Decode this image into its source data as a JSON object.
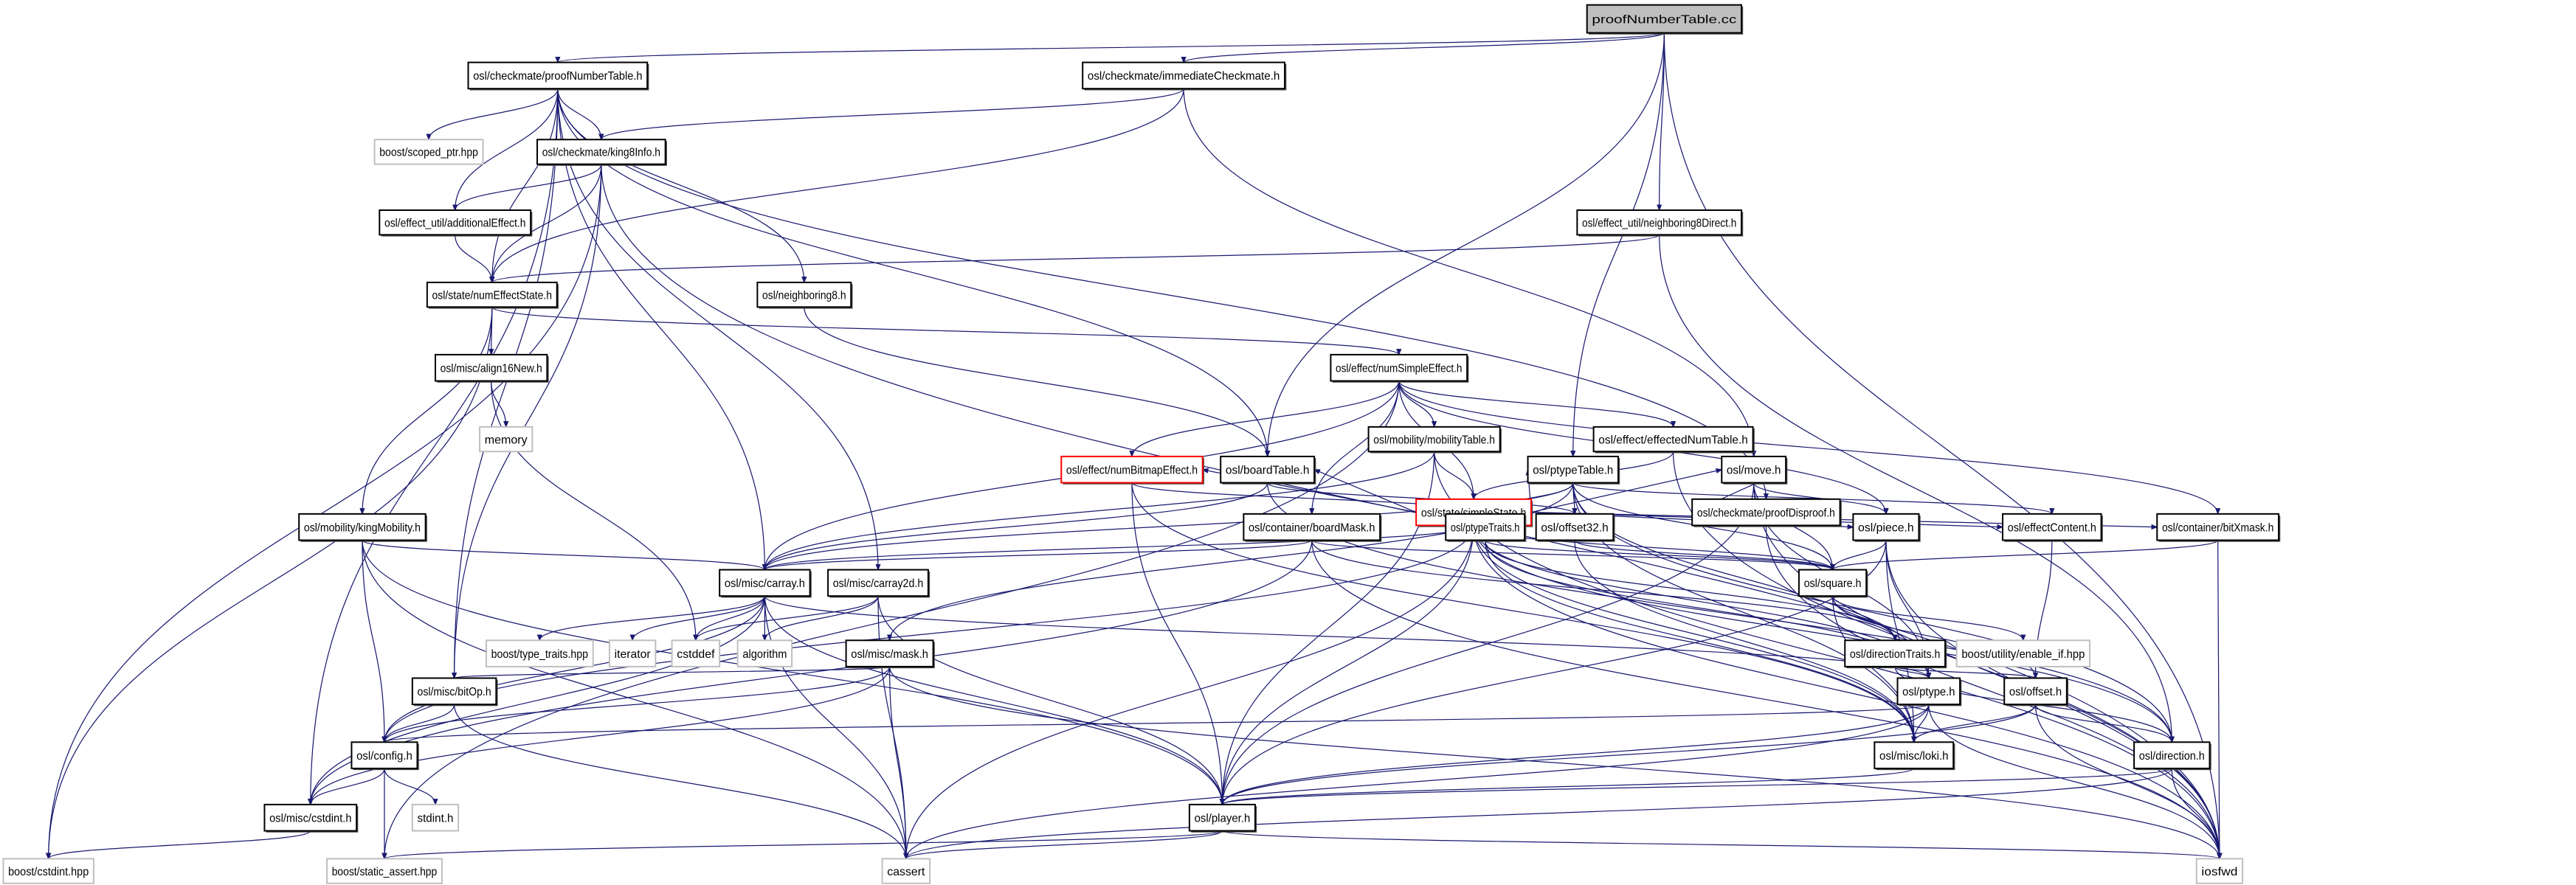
{
  "graph": {
    "title": "proofNumberTable.cc",
    "colors": {
      "edge": "#191970",
      "root_fill": "#bfbfbf",
      "internal_border": "#000000",
      "external_border": "#bfbfbf",
      "incomplete_border": "#ff0000"
    },
    "nodes": [
      {
        "id": "cc",
        "label": "proofNumberTable.cc",
        "kind": "root"
      },
      {
        "id": "pnt",
        "label": "osl/checkmate/proofNumberTable.h",
        "kind": "file"
      },
      {
        "id": "imm",
        "label": "osl/checkmate/immediateCheckmate.h",
        "kind": "file"
      },
      {
        "id": "scoped",
        "label": "boost/scoped_ptr.hpp",
        "kind": "external"
      },
      {
        "id": "king8",
        "label": "osl/checkmate/king8Info.h",
        "kind": "file"
      },
      {
        "id": "addeff",
        "label": "osl/effect_util/additionalEffect.h",
        "kind": "file"
      },
      {
        "id": "n8d",
        "label": "osl/effect_util/neighboring8Direct.h",
        "kind": "file"
      },
      {
        "id": "nes",
        "label": "osl/state/numEffectState.h",
        "kind": "file"
      },
      {
        "id": "n8",
        "label": "osl/neighboring8.h",
        "kind": "file"
      },
      {
        "id": "a16",
        "label": "osl/misc/align16New.h",
        "kind": "file"
      },
      {
        "id": "memory",
        "label": "memory",
        "kind": "external"
      },
      {
        "id": "nse",
        "label": "osl/effect/numSimpleEffect.h",
        "kind": "file"
      },
      {
        "id": "mobt",
        "label": "osl/mobility/mobilityTable.h",
        "kind": "file"
      },
      {
        "id": "ent",
        "label": "osl/effect/effectedNumTable.h",
        "kind": "file"
      },
      {
        "id": "ss",
        "label": "osl/state/simpleState.h",
        "kind": "incomplete"
      },
      {
        "id": "pd",
        "label": "osl/checkmate/proofDisproof.h",
        "kind": "file"
      },
      {
        "id": "nbe",
        "label": "osl/effect/numBitmapEffect.h",
        "kind": "incomplete"
      },
      {
        "id": "bt",
        "label": "osl/boardTable.h",
        "kind": "file"
      },
      {
        "id": "ptt",
        "label": "osl/ptypeTable.h",
        "kind": "file"
      },
      {
        "id": "move",
        "label": "osl/move.h",
        "kind": "file"
      },
      {
        "id": "km",
        "label": "osl/mobility/kingMobility.h",
        "kind": "file"
      },
      {
        "id": "bm",
        "label": "osl/container/boardMask.h",
        "kind": "file"
      },
      {
        "id": "ptr",
        "label": "osl/ptypeTraits.h",
        "kind": "file"
      },
      {
        "id": "o32",
        "label": "osl/offset32.h",
        "kind": "file"
      },
      {
        "id": "piece",
        "label": "osl/piece.h",
        "kind": "file"
      },
      {
        "id": "ec",
        "label": "osl/effectContent.h",
        "kind": "file"
      },
      {
        "id": "bxm",
        "label": "osl/container/bitXmask.h",
        "kind": "file"
      },
      {
        "id": "carray",
        "label": "osl/misc/carray.h",
        "kind": "file"
      },
      {
        "id": "carray2d",
        "label": "osl/misc/carray2d.h",
        "kind": "file"
      },
      {
        "id": "square",
        "label": "osl/square.h",
        "kind": "file"
      },
      {
        "id": "tt",
        "label": "boost/type_traits.hpp",
        "kind": "external"
      },
      {
        "id": "iter",
        "label": "iterator",
        "kind": "external"
      },
      {
        "id": "cstddef",
        "label": "cstddef",
        "kind": "external"
      },
      {
        "id": "algo",
        "label": "algorithm",
        "kind": "external"
      },
      {
        "id": "mask",
        "label": "osl/misc/mask.h",
        "kind": "file"
      },
      {
        "id": "dt",
        "label": "osl/directionTraits.h",
        "kind": "file"
      },
      {
        "id": "enif",
        "label": "boost/utility/enable_if.hpp",
        "kind": "external"
      },
      {
        "id": "bitop",
        "label": "osl/misc/bitOp.h",
        "kind": "file"
      },
      {
        "id": "ptype",
        "label": "osl/ptype.h",
        "kind": "file"
      },
      {
        "id": "offset",
        "label": "osl/offset.h",
        "kind": "file"
      },
      {
        "id": "config",
        "label": "osl/config.h",
        "kind": "file"
      },
      {
        "id": "loki",
        "label": "osl/misc/loki.h",
        "kind": "file"
      },
      {
        "id": "dir",
        "label": "osl/direction.h",
        "kind": "file"
      },
      {
        "id": "cstdint",
        "label": "osl/misc/cstdint.h",
        "kind": "file"
      },
      {
        "id": "stdint",
        "label": "stdint.h",
        "kind": "external"
      },
      {
        "id": "player",
        "label": "osl/player.h",
        "kind": "file"
      },
      {
        "id": "bcstdint",
        "label": "boost/cstdint.hpp",
        "kind": "external"
      },
      {
        "id": "sassert",
        "label": "boost/static_assert.hpp",
        "kind": "external"
      },
      {
        "id": "cassert",
        "label": "cassert",
        "kind": "external"
      },
      {
        "id": "iosfwd",
        "label": "iosfwd",
        "kind": "external"
      }
    ],
    "edges": [
      [
        "cc",
        "pnt"
      ],
      [
        "cc",
        "imm"
      ],
      [
        "cc",
        "n8d"
      ],
      [
        "cc",
        "bt"
      ],
      [
        "cc",
        "ptt"
      ],
      [
        "cc",
        "iosfwd"
      ],
      [
        "pnt",
        "scoped"
      ],
      [
        "pnt",
        "king8"
      ],
      [
        "pnt",
        "addeff"
      ],
      [
        "pnt",
        "nes"
      ],
      [
        "pnt",
        "n8"
      ],
      [
        "pnt",
        "carray"
      ],
      [
        "pnt",
        "cstdint"
      ],
      [
        "pnt",
        "bitop"
      ],
      [
        "pnt",
        "carray2d"
      ],
      [
        "pnt",
        "bt"
      ],
      [
        "pnt",
        "pd"
      ],
      [
        "imm",
        "king8"
      ],
      [
        "imm",
        "nes"
      ],
      [
        "imm",
        "move"
      ],
      [
        "king8",
        "addeff"
      ],
      [
        "king8",
        "nes"
      ],
      [
        "king8",
        "bcstdint"
      ],
      [
        "king8",
        "bitop"
      ],
      [
        "king8",
        "iosfwd"
      ],
      [
        "addeff",
        "nes"
      ],
      [
        "n8d",
        "nes"
      ],
      [
        "n8d",
        "dir"
      ],
      [
        "nes",
        "a16"
      ],
      [
        "nes",
        "nse"
      ],
      [
        "nes",
        "km"
      ],
      [
        "nes",
        "bcstdint"
      ],
      [
        "a16",
        "memory"
      ],
      [
        "a16",
        "cstddef"
      ],
      [
        "n8",
        "bt"
      ],
      [
        "nse",
        "mobt"
      ],
      [
        "nse",
        "ent"
      ],
      [
        "nse",
        "ss"
      ],
      [
        "nse",
        "nbe"
      ],
      [
        "nse",
        "bm"
      ],
      [
        "nse",
        "carray"
      ],
      [
        "nse",
        "sassert"
      ],
      [
        "nse",
        "piece"
      ],
      [
        "nse",
        "bxm"
      ],
      [
        "mobt",
        "ss"
      ],
      [
        "mobt",
        "carray"
      ],
      [
        "mobt",
        "player"
      ],
      [
        "mobt",
        "iosfwd"
      ],
      [
        "ent",
        "ss"
      ],
      [
        "ent",
        "iosfwd"
      ],
      [
        "ss",
        "bt"
      ],
      [
        "ss",
        "ptt"
      ],
      [
        "ss",
        "ptr"
      ],
      [
        "ss",
        "move"
      ],
      [
        "ss",
        "piece"
      ],
      [
        "ss",
        "ec"
      ],
      [
        "ss",
        "bxm"
      ],
      [
        "ss",
        "square"
      ],
      [
        "ss",
        "carray"
      ],
      [
        "ss",
        "config"
      ],
      [
        "ss",
        "dir"
      ],
      [
        "ss",
        "ptype"
      ],
      [
        "ss",
        "loki"
      ],
      [
        "ss",
        "player"
      ],
      [
        "ss",
        "cassert"
      ],
      [
        "ss",
        "iosfwd"
      ],
      [
        "ss",
        "nbe"
      ],
      [
        "pd",
        "move"
      ],
      [
        "pd",
        "iosfwd"
      ],
      [
        "nbe",
        "ptr"
      ],
      [
        "nbe",
        "player"
      ],
      [
        "nbe",
        "loki"
      ],
      [
        "bt",
        "carray"
      ],
      [
        "bt",
        "o32"
      ],
      [
        "bt",
        "dir"
      ],
      [
        "ptt",
        "ptr"
      ],
      [
        "ptt",
        "o32"
      ],
      [
        "ptt",
        "square"
      ],
      [
        "ptt",
        "carray"
      ],
      [
        "ptt",
        "ptype"
      ],
      [
        "ptt",
        "dir"
      ],
      [
        "ptt",
        "ec"
      ],
      [
        "ptt",
        "mask"
      ],
      [
        "ptt",
        "loki"
      ],
      [
        "move",
        "piece"
      ],
      [
        "move",
        "square"
      ],
      [
        "move",
        "ptype"
      ],
      [
        "move",
        "player"
      ],
      [
        "move",
        "iosfwd"
      ],
      [
        "km",
        "carray"
      ],
      [
        "km",
        "config"
      ],
      [
        "km",
        "cassert"
      ],
      [
        "km",
        "player"
      ],
      [
        "bm",
        "carray"
      ],
      [
        "bm",
        "square"
      ],
      [
        "bm",
        "dt"
      ],
      [
        "bm",
        "cstdint"
      ],
      [
        "bm",
        "iosfwd"
      ],
      [
        "ptr",
        "square"
      ],
      [
        "ptr",
        "dt"
      ],
      [
        "ptr",
        "ptype"
      ],
      [
        "ptr",
        "loki"
      ],
      [
        "o32",
        "square"
      ],
      [
        "o32",
        "loki"
      ],
      [
        "piece",
        "square"
      ],
      [
        "piece",
        "ptype"
      ],
      [
        "piece",
        "player"
      ],
      [
        "piece",
        "loki"
      ],
      [
        "piece",
        "iosfwd"
      ],
      [
        "ec",
        "offset"
      ],
      [
        "bxm",
        "square"
      ],
      [
        "bxm",
        "iosfwd"
      ],
      [
        "carray",
        "tt"
      ],
      [
        "carray",
        "iter"
      ],
      [
        "carray",
        "cstddef"
      ],
      [
        "carray",
        "algo"
      ],
      [
        "carray",
        "config"
      ],
      [
        "carray",
        "cstdint"
      ],
      [
        "carray",
        "cassert"
      ],
      [
        "carray",
        "player"
      ],
      [
        "carray",
        "ptype"
      ],
      [
        "carray2d",
        "cstddef"
      ],
      [
        "carray2d",
        "algo"
      ],
      [
        "carray2d",
        "cassert"
      ],
      [
        "carray2d",
        "player"
      ],
      [
        "square",
        "dt"
      ],
      [
        "square",
        "enif"
      ],
      [
        "square",
        "offset"
      ],
      [
        "square",
        "loki"
      ],
      [
        "mask",
        "bitop"
      ],
      [
        "mask",
        "config"
      ],
      [
        "mask",
        "cstdint"
      ],
      [
        "mask",
        "cassert"
      ],
      [
        "mask",
        "iosfwd"
      ],
      [
        "dt",
        "ptype"
      ],
      [
        "dt",
        "offset"
      ],
      [
        "dt",
        "dir"
      ],
      [
        "bitop",
        "config"
      ],
      [
        "bitop",
        "cassert"
      ],
      [
        "ptype",
        "config"
      ],
      [
        "ptype",
        "loki"
      ],
      [
        "ptype",
        "player"
      ],
      [
        "ptype",
        "cassert"
      ],
      [
        "ptype",
        "iosfwd"
      ],
      [
        "offset",
        "loki"
      ],
      [
        "offset",
        "dir"
      ],
      [
        "offset",
        "player"
      ],
      [
        "offset",
        "iosfwd"
      ],
      [
        "config",
        "cstdint"
      ],
      [
        "config",
        "stdint"
      ],
      [
        "config",
        "sassert"
      ],
      [
        "loki",
        "player"
      ],
      [
        "dir",
        "player"
      ],
      [
        "dir",
        "iosfwd"
      ],
      [
        "dir",
        "cassert"
      ],
      [
        "cstdint",
        "bcstdint"
      ],
      [
        "player",
        "sassert"
      ],
      [
        "player",
        "cassert"
      ],
      [
        "player",
        "iosfwd"
      ]
    ]
  }
}
